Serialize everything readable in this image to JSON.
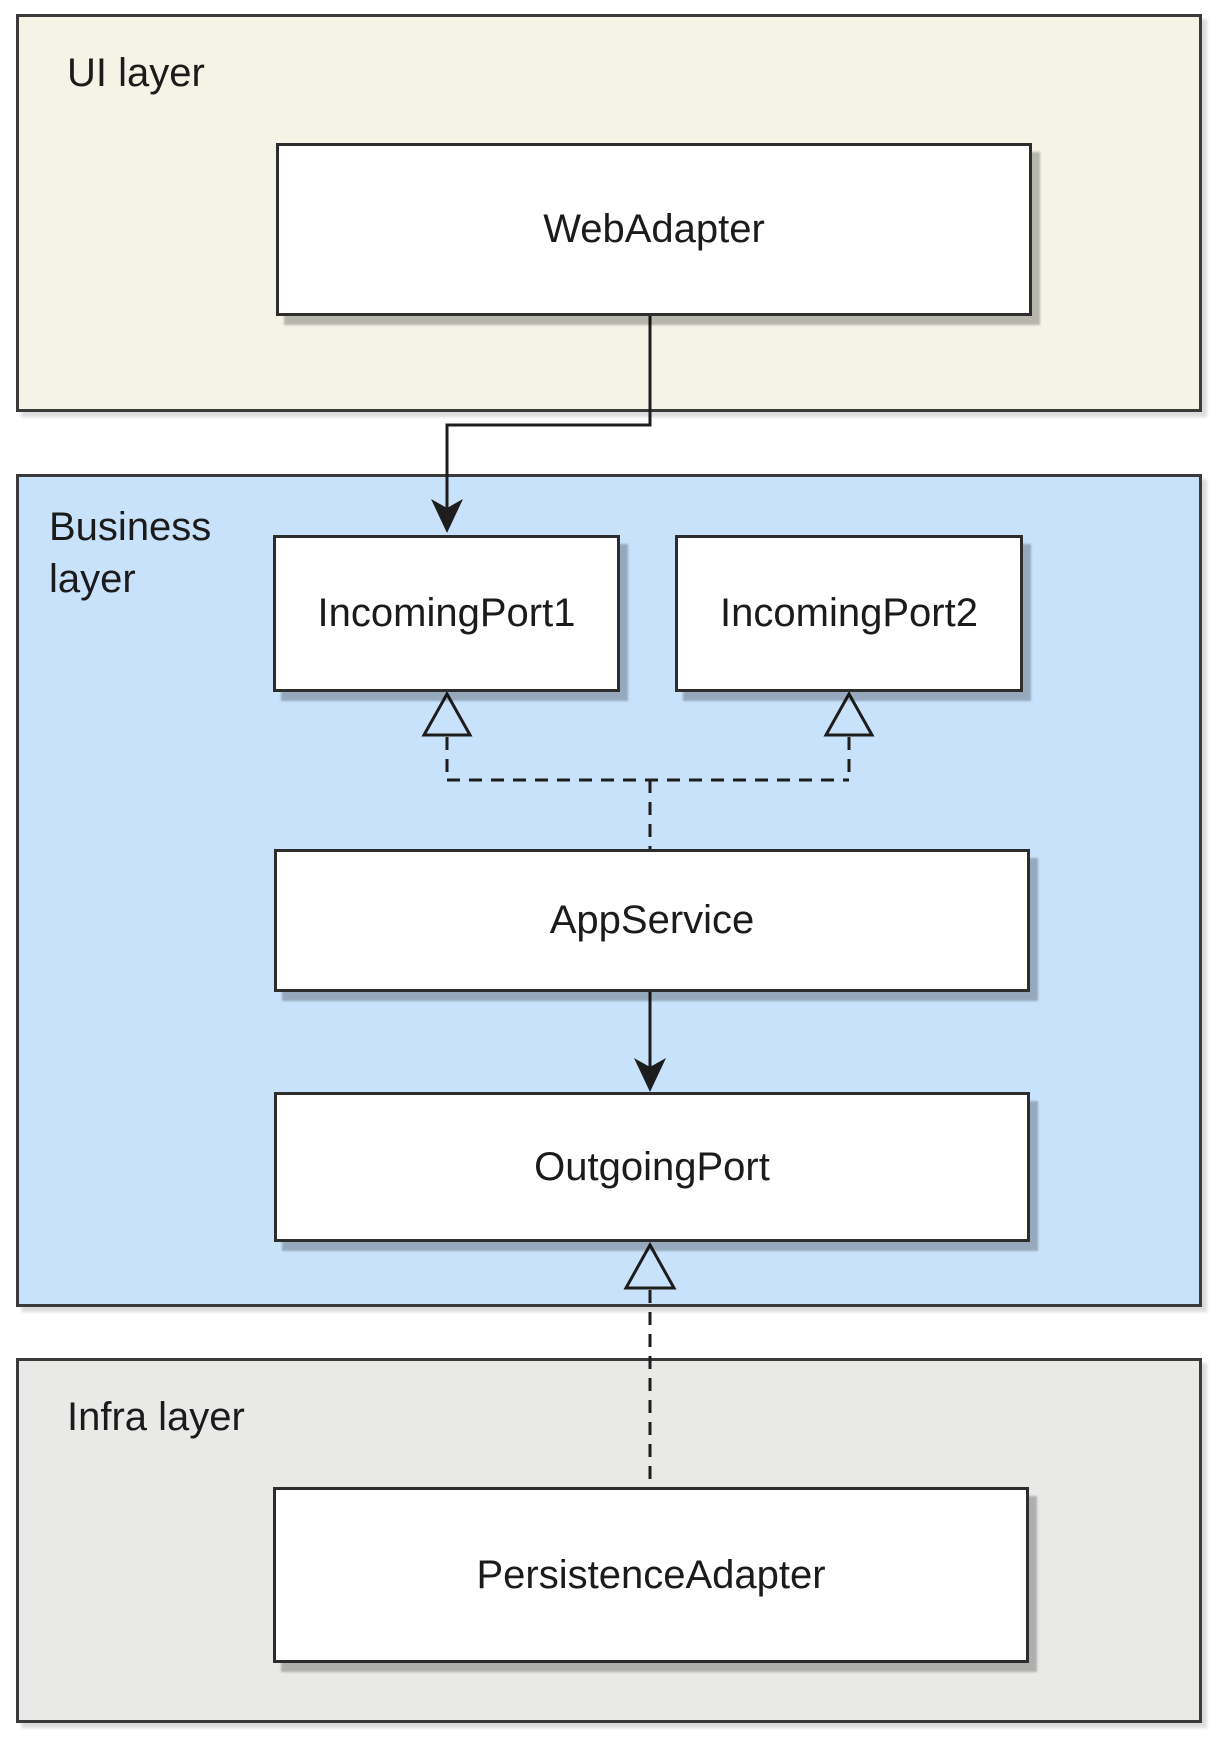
{
  "diagram_type": "layered-architecture-uml",
  "layers": {
    "ui": {
      "label": "UI layer"
    },
    "business": {
      "label": "Business layer"
    },
    "infra": {
      "label": "Infra layer"
    }
  },
  "nodes": {
    "webadapter": {
      "label": "WebAdapter",
      "layer": "ui"
    },
    "incomingport1": {
      "label": "IncomingPort1",
      "layer": "business"
    },
    "incomingport2": {
      "label": "IncomingPort2",
      "layer": "business"
    },
    "appservice": {
      "label": "AppService",
      "layer": "business"
    },
    "outgoingport": {
      "label": "OutgoingPort",
      "layer": "business"
    },
    "persistenceadapter": {
      "label": "PersistenceAdapter",
      "layer": "infra"
    }
  },
  "edges": [
    {
      "from": "webadapter",
      "to": "incomingport1",
      "style": "solid",
      "arrowhead": "filled-arrow"
    },
    {
      "from": "appservice",
      "to": "incomingport1",
      "style": "dashed",
      "arrowhead": "hollow-triangle"
    },
    {
      "from": "appservice",
      "to": "incomingport2",
      "style": "dashed",
      "arrowhead": "hollow-triangle"
    },
    {
      "from": "appservice",
      "to": "outgoingport",
      "style": "solid",
      "arrowhead": "filled-arrow"
    },
    {
      "from": "persistenceadapter",
      "to": "outgoingport",
      "style": "dashed",
      "arrowhead": "hollow-triangle"
    }
  ],
  "colors": {
    "ui-layer-bg": "#f5f3e6",
    "business-layer-bg": "#c9e2fb",
    "infra-layer-bg": "#e9e9e7",
    "node-bg": "#ffffff",
    "layer-border": "#3a3a3a",
    "node-border": "#2d2d2d",
    "line": "#1d1d1d",
    "text": "#1b1b1b",
    "canvas-bg": "#ffffff"
  }
}
